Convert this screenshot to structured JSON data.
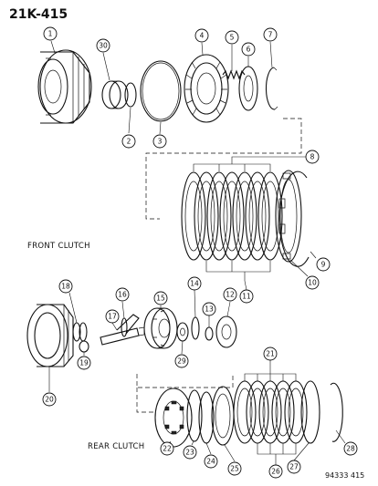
{
  "page_code": "21K-415",
  "drawing_ref": "94333 415",
  "section_labels": {
    "front_clutch": "FRONT CLUTCH",
    "rear_clutch": "REAR CLUTCH"
  },
  "callouts": [
    "1",
    "2",
    "3",
    "4",
    "5",
    "6",
    "7",
    "8",
    "9",
    "10",
    "11",
    "12",
    "13",
    "14",
    "15",
    "16",
    "17",
    "18",
    "19",
    "20",
    "21",
    "22",
    "23",
    "24",
    "25",
    "26",
    "27",
    "28",
    "29",
    "30"
  ]
}
